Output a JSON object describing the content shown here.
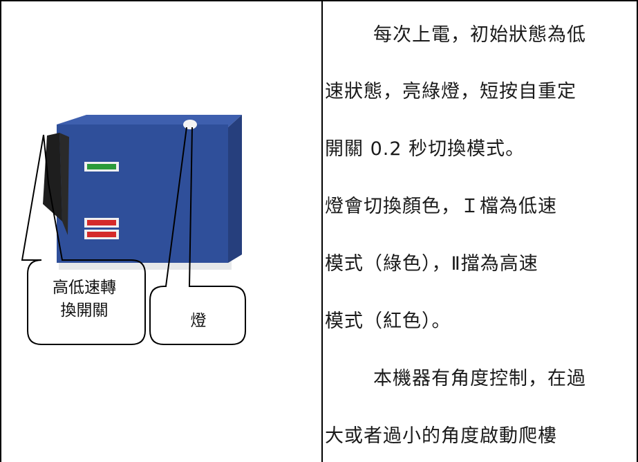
{
  "figure": {
    "callouts": {
      "switch_label_line1": "高低速轉",
      "switch_label_line2": "換開關",
      "light_label": "燈"
    }
  },
  "description": {
    "lines": [
      "每次上電，初始狀態為低",
      "速狀態，亮綠燈，短按自重定",
      "開關 0.2 秒切換模式。",
      "燈會切換顏色，Ｉ檔為低速",
      "模式（綠色），Ⅱ擋為高速",
      "模式（紅色）。",
      "本機器有角度控制，在過",
      "大或者過小的角度啟動爬樓"
    ]
  },
  "colors": {
    "device_blue": "#2f4f9a",
    "indicator_green": "#2a9a3a",
    "indicator_red": "#d42a2a"
  }
}
